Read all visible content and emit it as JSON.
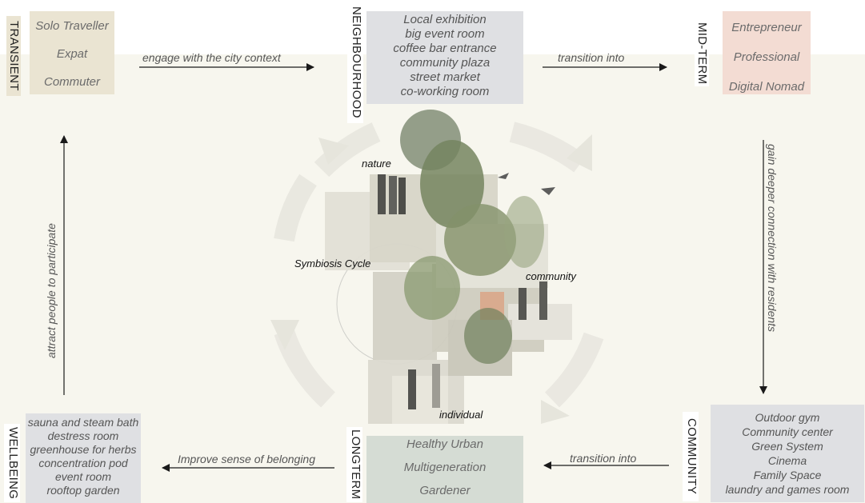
{
  "groups": {
    "transient": {
      "label": "TRANSIENT",
      "items": [
        "Solo Traveller",
        "Expat",
        "Commuter"
      ]
    },
    "neighbourhood": {
      "label": "NEIGHBOURHOOD",
      "items": [
        "Local exhibition",
        "big event room",
        "coffee bar entrance",
        "community plaza",
        "street market",
        "co-working room"
      ]
    },
    "midterm": {
      "label": "MID-TERM",
      "items": [
        "Entrepreneur",
        "Professional",
        "Digital Nomad"
      ]
    },
    "community": {
      "label": "COMMUNITY",
      "items": [
        "Outdoor gym",
        "Community center",
        "Green System",
        "Cinema",
        "Family Space",
        "laundry and games room"
      ]
    },
    "longterm": {
      "label": "LONGTERM",
      "items": [
        "Healthy Urban",
        "Multigeneration",
        "Gardener"
      ]
    },
    "wellbeing": {
      "label": "WELLBEING",
      "items": [
        "sauna and steam bath",
        "destress room",
        "greenhouse for herbs",
        "concentration pod",
        "event room",
        "rooftop garden"
      ]
    }
  },
  "connectors": {
    "engage": "engage with the city context",
    "transition_top": "transition into",
    "gain": "gain deeper connection with residents",
    "transition_bottom": "transition into",
    "improve": "Improve sense of belonging",
    "attract": "attract people to participate"
  },
  "center": {
    "title": "Symbiosis Cycle",
    "nature": "nature",
    "community": "community",
    "individual": "individual"
  },
  "colors": {
    "transient_bg": "#eae4d2",
    "neighbourhood_bg": "#dfe0e3",
    "midterm_bg": "#f3dcd3",
    "community_bg": "#dfe0e3",
    "longterm_bg": "#d5dcd4",
    "wellbeing_bg": "#dfe0e3",
    "background": "#f7f6ee"
  }
}
